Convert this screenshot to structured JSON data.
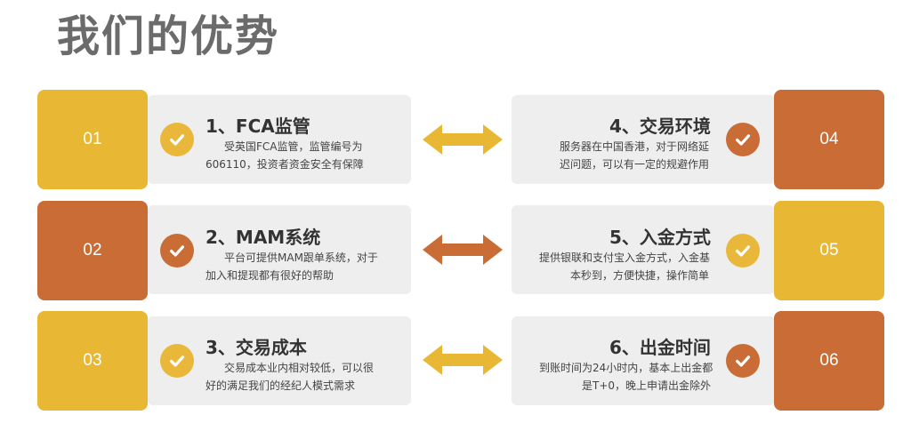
{
  "title": "我们的优势",
  "colors": {
    "gold": "#e8b834",
    "orange": "#c96c36",
    "card": "#eeeeee",
    "title": "#6b6b6b"
  },
  "items": [
    {
      "num": "01",
      "heading": "1、FCA监管",
      "line1": "受英国FCA监管，监管编号为",
      "line2": "606110，投资者资金安全有保障",
      "color": "gold"
    },
    {
      "num": "02",
      "heading": "2、MAM系统",
      "line1": "平台可提供MAM跟单系统，对于",
      "line2": "加入和提现都有很好的帮助",
      "color": "orange"
    },
    {
      "num": "03",
      "heading": "3、交易成本",
      "line1": "交易成本业内相对较低，可以很",
      "line2": "好的满足我们的经纪人模式需求",
      "color": "gold"
    },
    {
      "num": "04",
      "heading": "4、交易环境",
      "line1": "服务器在中国香港，对于网络延",
      "line2": "迟问题，可以有一定的规避作用",
      "color": "orange"
    },
    {
      "num": "05",
      "heading": "5、入金方式",
      "line1": "提供银联和支付宝入金方式，入金基",
      "line2": "本秒到，方便快捷，操作简单",
      "color": "gold"
    },
    {
      "num": "06",
      "heading": "6、出金时间",
      "line1": "到账时间为24小时内，基本上出金都",
      "line2": "是T+0，晚上申请出金除外",
      "color": "orange"
    }
  ],
  "arrows": [
    {
      "icon": "double-arrow-icon",
      "color": "gold"
    },
    {
      "icon": "double-arrow-icon",
      "color": "orange"
    },
    {
      "icon": "double-arrow-icon",
      "color": "gold"
    }
  ]
}
